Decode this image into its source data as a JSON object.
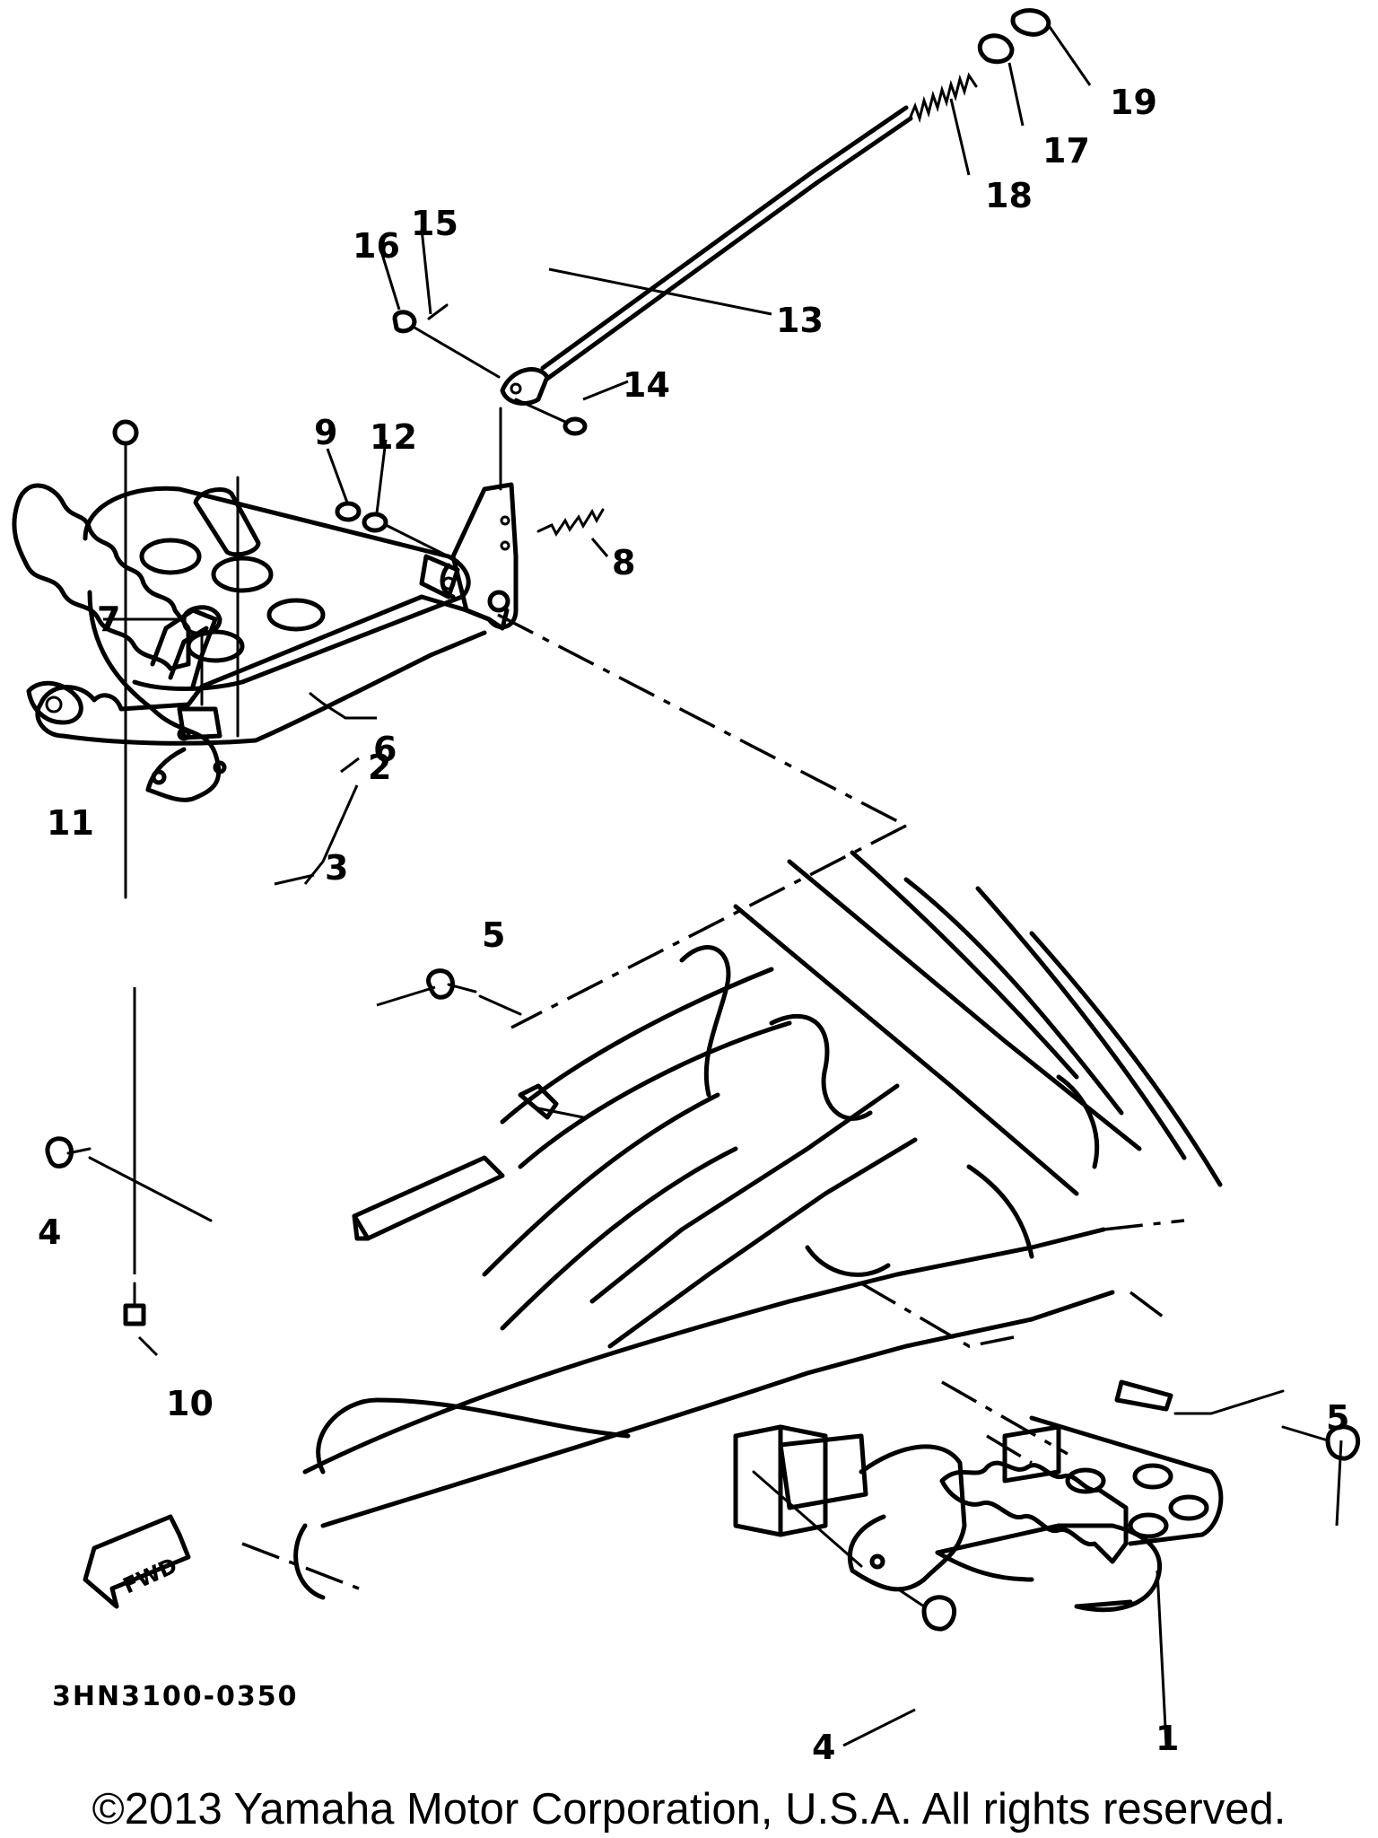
{
  "diagram": {
    "part_code": "3HN3100-0350",
    "direction_arrow_label": "FWD",
    "callouts": [
      "1",
      "2",
      "3",
      "4",
      "4",
      "5",
      "5",
      "6",
      "7",
      "8",
      "9",
      "10",
      "11",
      "12",
      "13",
      "14",
      "15",
      "16",
      "17",
      "18",
      "19"
    ]
  },
  "footer": {
    "copyright": "©2013 Yamaha Motor Corporation, U.S.A. All rights reserved."
  }
}
